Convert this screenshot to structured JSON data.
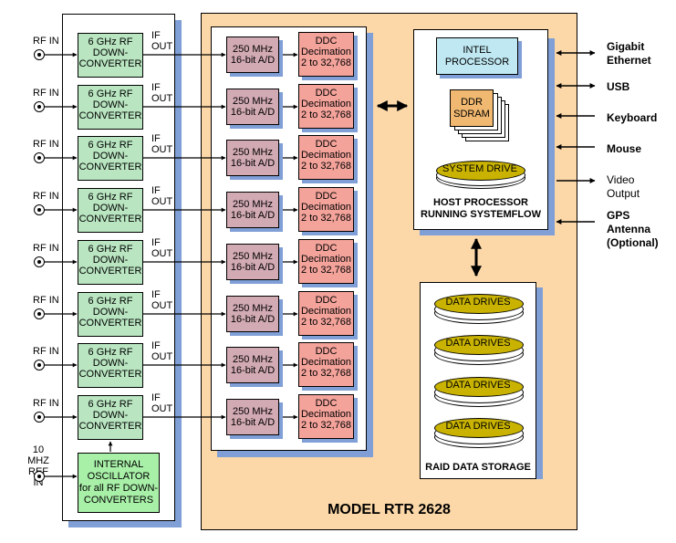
{
  "rf_channels": [
    {
      "rf_in": "RF IN",
      "converter": [
        "6 GHz RF",
        "DOWN-",
        "CONVERTER"
      ],
      "if_out": [
        "IF",
        "OUT"
      ],
      "ad": [
        "250 MHz",
        "16-bit A/D"
      ],
      "ddc": [
        "DDC",
        "Decimation",
        "2 to 32,768"
      ]
    },
    {
      "rf_in": "RF IN",
      "converter": [
        "6 GHz RF",
        "DOWN-",
        "CONVERTER"
      ],
      "if_out": [
        "IF",
        "OUT"
      ],
      "ad": [
        "250 MHz",
        "16-bit A/D"
      ],
      "ddc": [
        "DDC",
        "Decimation",
        "2 to 32,768"
      ]
    },
    {
      "rf_in": "RF IN",
      "converter": [
        "6 GHz RF",
        "DOWN-",
        "CONVERTER"
      ],
      "if_out": [
        "IF",
        "OUT"
      ],
      "ad": [
        "250 MHz",
        "16-bit A/D"
      ],
      "ddc": [
        "DDC",
        "Decimation",
        "2 to 32,768"
      ]
    },
    {
      "rf_in": "RF IN",
      "converter": [
        "6 GHz RF",
        "DOWN-",
        "CONVERTER"
      ],
      "if_out": [
        "IF",
        "OUT"
      ],
      "ad": [
        "250 MHz",
        "16-bit A/D"
      ],
      "ddc": [
        "DDC",
        "Decimation",
        "2 to 32,768"
      ]
    },
    {
      "rf_in": "RF IN",
      "converter": [
        "6 GHz RF",
        "DOWN-",
        "CONVERTER"
      ],
      "if_out": [
        "IF",
        "OUT"
      ],
      "ad": [
        "250 MHz",
        "16-bit A/D"
      ],
      "ddc": [
        "DDC",
        "Decimation",
        "2 to 32,768"
      ]
    },
    {
      "rf_in": "RF IN",
      "converter": [
        "6 GHz RF",
        "DOWN-",
        "CONVERTER"
      ],
      "if_out": [
        "IF",
        "OUT"
      ],
      "ad": [
        "250 MHz",
        "16-bit A/D"
      ],
      "ddc": [
        "DDC",
        "Decimation",
        "2 to 32,768"
      ]
    },
    {
      "rf_in": "RF IN",
      "converter": [
        "6 GHz RF",
        "DOWN-",
        "CONVERTER"
      ],
      "if_out": [
        "IF",
        "OUT"
      ],
      "ad": [
        "250 MHz",
        "16-bit A/D"
      ],
      "ddc": [
        "DDC",
        "Decimation",
        "2 to 32,768"
      ]
    },
    {
      "rf_in": "RF IN",
      "converter": [
        "6 GHz RF",
        "DOWN-",
        "CONVERTER"
      ],
      "if_out": [
        "IF",
        "OUT"
      ],
      "ad": [
        "250 MHz",
        "16-bit A/D"
      ],
      "ddc": [
        "DDC",
        "Decimation",
        "2 to 32,768"
      ]
    }
  ],
  "ref_in": [
    "10 MHZ",
    "REF IN"
  ],
  "oscillator": [
    "INTERNAL",
    "OSCILLATOR",
    "for all RF DOWN-",
    "CONVERTERS"
  ],
  "host": {
    "processor": [
      "INTEL",
      "PROCESSOR"
    ],
    "memory": [
      "DDR",
      "SDRAM"
    ],
    "system_drive": "SYSTEM DRIVE",
    "caption": [
      "HOST PROCESSOR",
      "RUNNING SYSTEMFLOW"
    ]
  },
  "raid": {
    "drives": [
      "DATA DRIVES",
      "DATA DRIVES",
      "DATA DRIVES",
      "DATA DRIVES"
    ],
    "caption": "RAID DATA STORAGE"
  },
  "model": "MODEL RTR 2628",
  "io": [
    {
      "lines": [
        "Gigabit",
        "Ethernet"
      ],
      "style": "bold",
      "arrow": "both"
    },
    {
      "lines": [
        "USB"
      ],
      "style": "bold",
      "arrow": "both"
    },
    {
      "lines": [
        "Keyboard"
      ],
      "style": "bold",
      "arrow": "in"
    },
    {
      "lines": [
        "Mouse"
      ],
      "style": "bold",
      "arrow": "in"
    },
    {
      "lines": [
        "Video",
        "Output"
      ],
      "style": "light",
      "arrow": "out"
    },
    {
      "lines": [
        "GPS",
        "Antenna",
        "(Optional)"
      ],
      "style": "bold",
      "arrow": "in"
    }
  ],
  "colors": {
    "converter": "#b9e6c1",
    "ad": "#d2aab3",
    "ddc": "#f4a39b",
    "chassis": "#fcd8a8",
    "shadow": "#7f9fd6",
    "processor": "#bfe8f2",
    "memory": "#f0b870",
    "drive": "#c9b300",
    "oscillator": "#a8f0a8"
  }
}
